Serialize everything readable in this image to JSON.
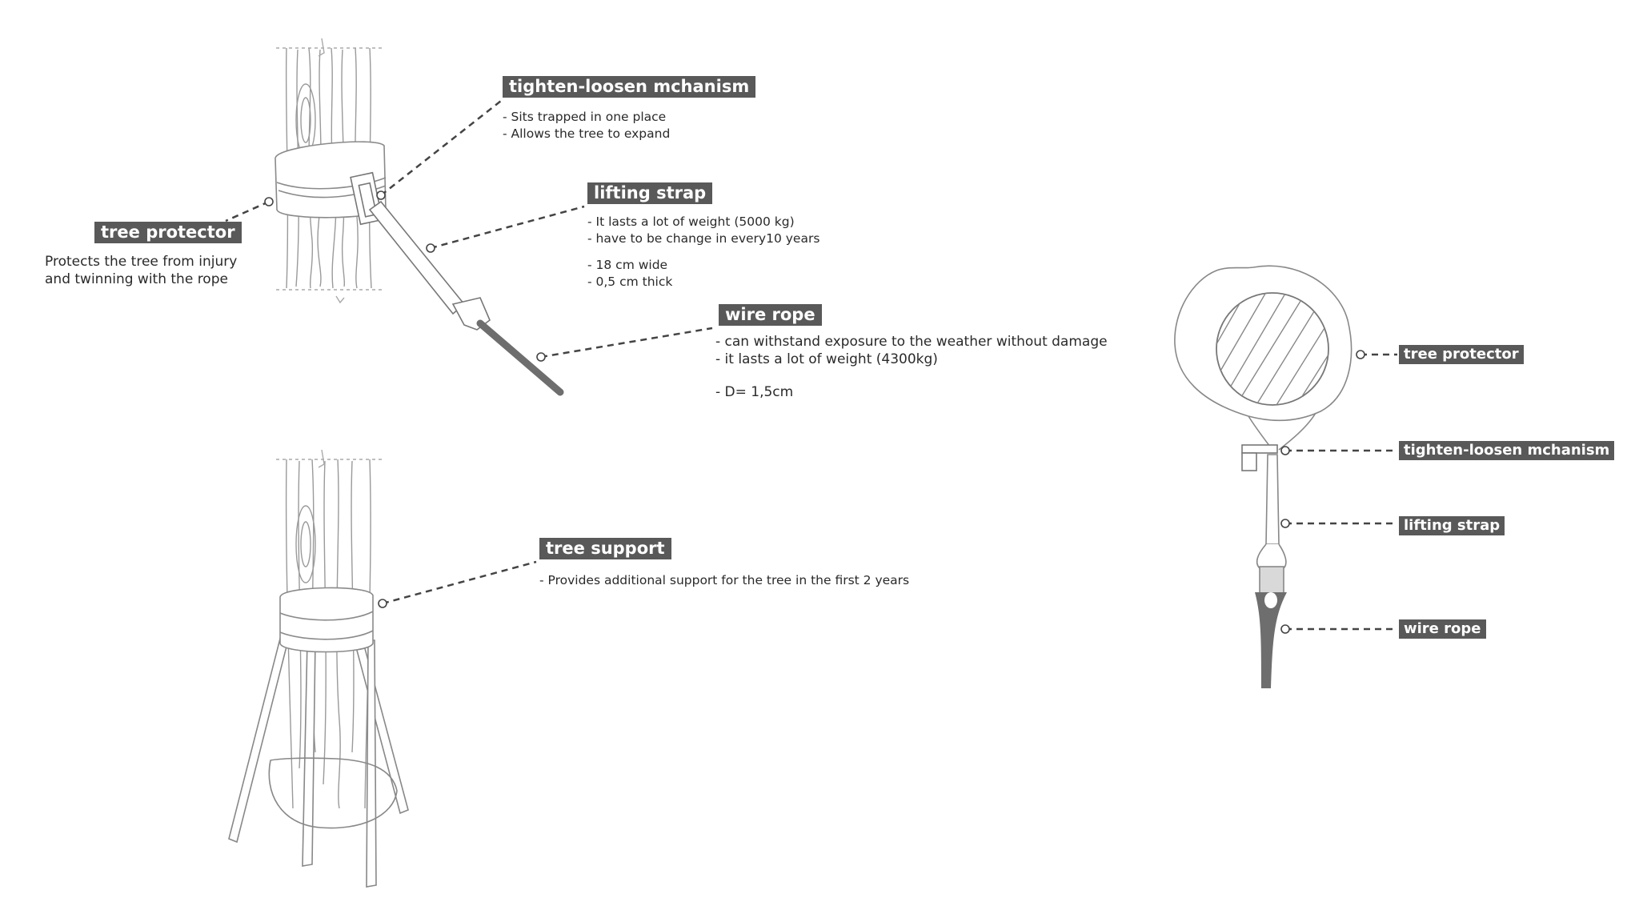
{
  "diagram_1": {
    "tighten_loosen": {
      "title": "tighten-loosen mchanism",
      "notes": [
        "- Sits trapped in one place",
        "- Allows the tree to expand"
      ]
    },
    "lifting_strap": {
      "title": "lifting strap",
      "notes": [
        "- It lasts a lot of weight (5000 kg)",
        "- have to be change in every10 years"
      ],
      "dims": [
        "- 18 cm wide",
        "- 0,5 cm thick"
      ]
    },
    "tree_protector": {
      "title": "tree protector",
      "notes": [
        "Protects the tree from injury",
        "and twinning with the rope"
      ]
    },
    "wire_rope": {
      "title": "wire rope",
      "notes": [
        "-  can withstand exposure to the weather without damage",
        "- it lasts a lot of weight (4300kg)"
      ],
      "dims": [
        "- D= 1,5cm"
      ]
    }
  },
  "diagram_2": {
    "tree_support": {
      "title": "tree support",
      "notes": [
        "- Provides additional support for the tree in the first 2 years"
      ]
    }
  },
  "top_view": {
    "labels": [
      "tree protector",
      "tighten-loosen mchanism",
      "lifting strap",
      "wire rope"
    ]
  },
  "colors": {
    "label_bg": "#595959",
    "label_text": "#ffffff",
    "line": "#444444",
    "rope": "#6e6e6e",
    "outline": "#999999"
  }
}
